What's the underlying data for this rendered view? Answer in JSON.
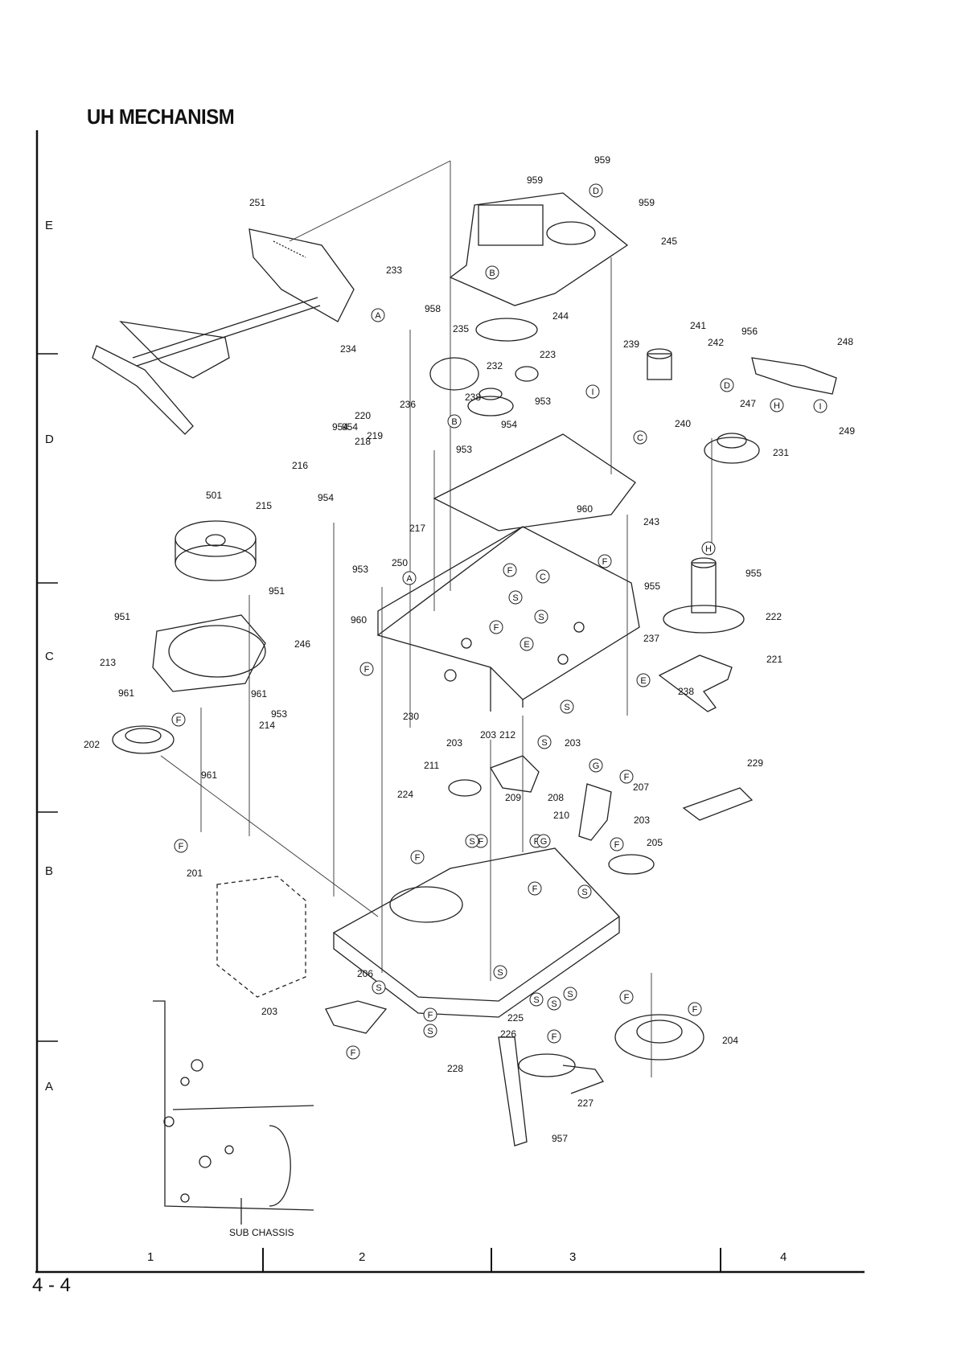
{
  "title": "UH MECHANISM",
  "page_number": "4 - 4",
  "sub_chassis_label": "SUB CHASSIS",
  "grid": {
    "rows": [
      "E",
      "D",
      "C",
      "B",
      "A"
    ],
    "columns": [
      "1",
      "2",
      "3",
      "4"
    ]
  },
  "callouts": [
    "201",
    "202",
    "203",
    "203",
    "203",
    "203",
    "203",
    "204",
    "205",
    "206",
    "207",
    "208",
    "209",
    "210",
    "211",
    "212",
    "213",
    "214",
    "215",
    "216",
    "217",
    "218",
    "219",
    "220",
    "221",
    "222",
    "223",
    "224",
    "225",
    "226",
    "227",
    "228",
    "229",
    "230",
    "231",
    "232",
    "233",
    "234",
    "235",
    "236",
    "237",
    "238",
    "238",
    "239",
    "240",
    "241",
    "242",
    "243",
    "244",
    "245",
    "246",
    "247",
    "248",
    "249",
    "250",
    "251",
    "501",
    "951",
    "951",
    "953",
    "953",
    "953",
    "953",
    "954",
    "954",
    "954",
    "954",
    "955",
    "955",
    "956",
    "957",
    "958",
    "959",
    "959",
    "959",
    "960",
    "960",
    "961",
    "961",
    "961"
  ],
  "reference_markers": [
    "A",
    "A",
    "A",
    "B",
    "B",
    "C",
    "C",
    "D",
    "D",
    "E",
    "E",
    "F",
    "F",
    "F",
    "F",
    "F",
    "F",
    "F",
    "F",
    "F",
    "F",
    "F",
    "F",
    "F",
    "F",
    "F",
    "F",
    "F",
    "G",
    "G",
    "H",
    "H",
    "I",
    "I",
    "S",
    "S",
    "S",
    "S",
    "S",
    "S",
    "S",
    "S",
    "S",
    "S",
    "S",
    "S"
  ]
}
